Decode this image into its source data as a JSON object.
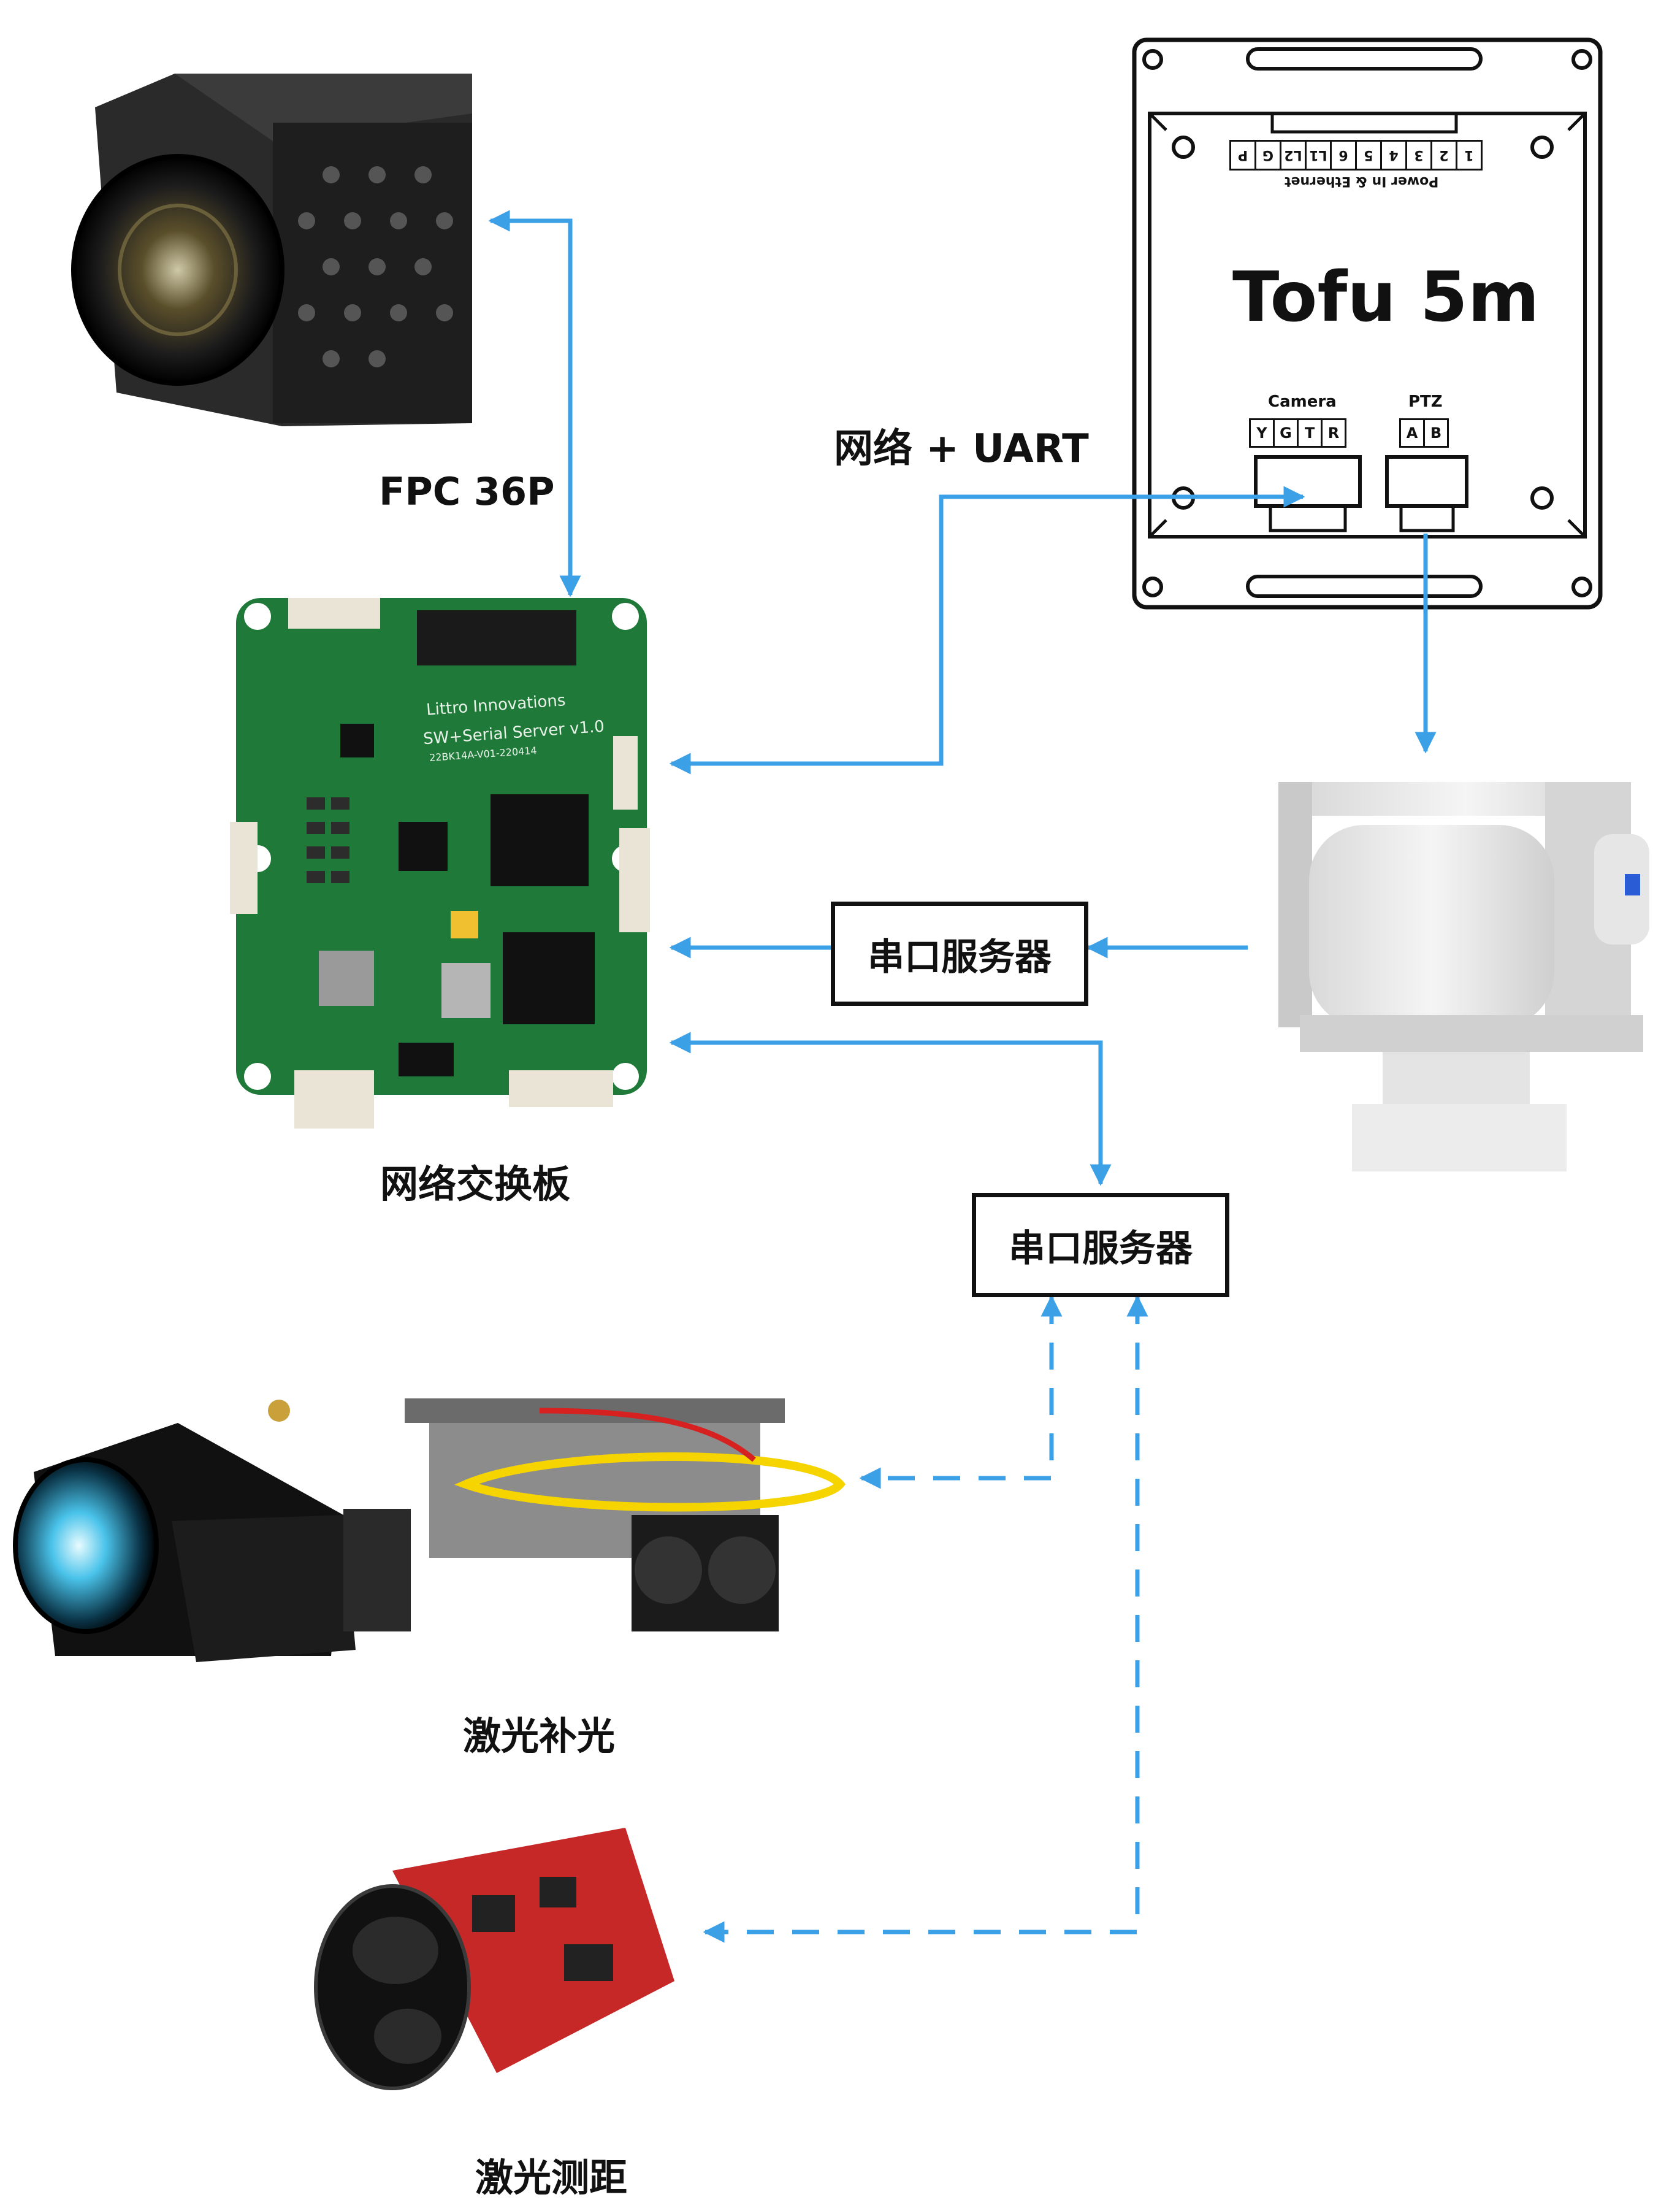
{
  "labels": {
    "fpc": "FPC 36P",
    "network_uart": "网络 + UART",
    "switch_board": "网络交换板",
    "serial_server_1": "串口服务器",
    "serial_server_2": "串口服务器",
    "laser_fill": "激光补光",
    "laser_range": "激光测距"
  },
  "switch_board": {
    "line1": "Littro Innovations",
    "line2": "SW+Serial Server v1.0",
    "line3": "22BK14A-V01-220414"
  },
  "tofu": {
    "title": "Tofu 5m",
    "top_caption": "Power In & Ethernet",
    "top_pins": [
      "1",
      "2",
      "3",
      "4",
      "5",
      "6",
      "L1",
      "L2",
      "G",
      "P"
    ],
    "camera_label": "Camera",
    "camera_pins": [
      "Y",
      "G",
      "T",
      "R"
    ],
    "ptz_label": "PTZ",
    "ptz_pins": [
      "A",
      "B"
    ]
  },
  "colors": {
    "arrow": "#3ba0e6",
    "pcb_green": "#1f7a3a",
    "box_border": "#111111"
  }
}
